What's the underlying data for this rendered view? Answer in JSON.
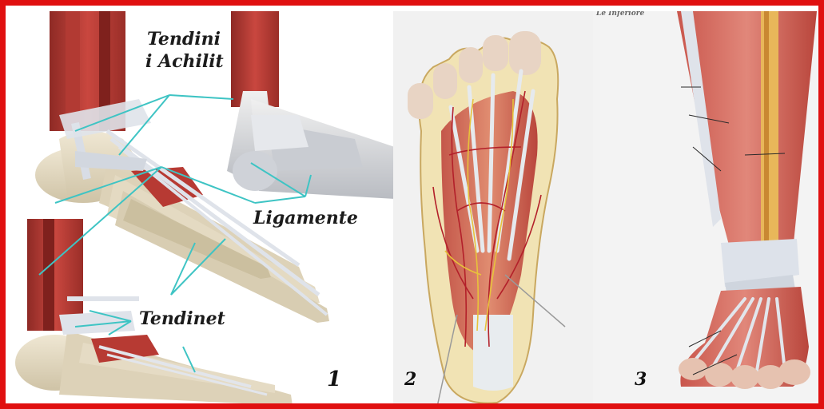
{
  "labels": {
    "achilles_line1": "Tendini",
    "achilles_line2": "i Achilit",
    "ligaments": "Ligamente",
    "tendons": "Tendinet",
    "header_partial": "Le Inferiore"
  },
  "panel_numbers": [
    "1",
    "2",
    "3"
  ],
  "colors": {
    "frame_border": "#e01010",
    "leader_line": "#3ec4c4",
    "muscle": "#c8473f",
    "bone": "#e6dcc4",
    "tendon": "#dfe3ea",
    "artery": "#b3202a",
    "nerve": "#e8c23a"
  }
}
